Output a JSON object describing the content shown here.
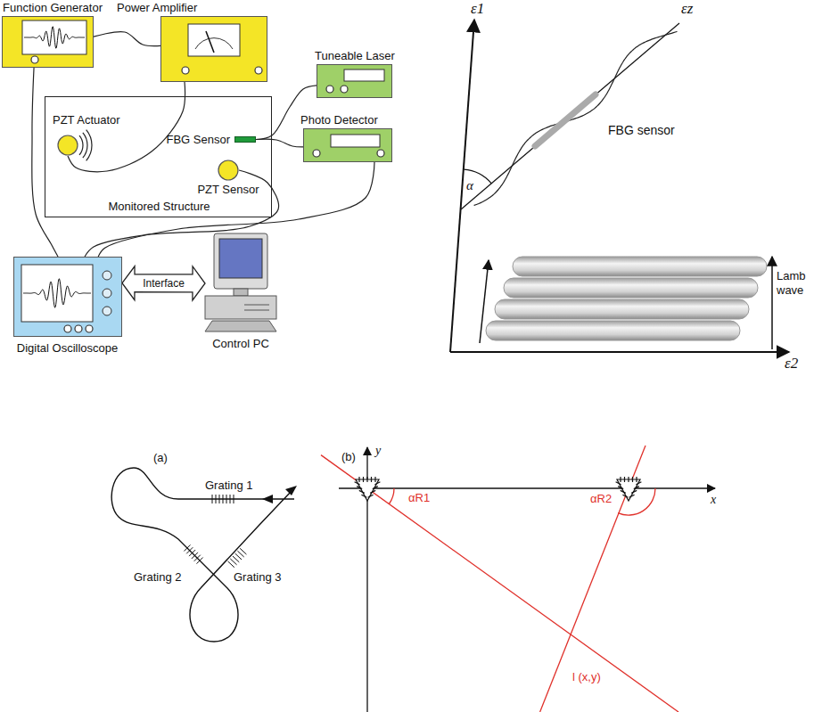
{
  "diagram": {
    "nodes": [
      {
        "text": [
          "Function Generator"
        ]
      },
      {
        "text": [
          "Power Amplifier"
        ]
      },
      {
        "text": [
          "Tuneable Laser"
        ]
      },
      {
        "text": [
          "Photo Detector"
        ]
      },
      {
        "text": [
          "Monitored Structure"
        ]
      },
      {
        "text": [
          "PZT Actuator"
        ],
        "in": 4
      },
      {
        "text": [
          "FBG Sensor"
        ],
        "in": 4
      },
      {
        "text": [
          "PZT Sensor"
        ],
        "in": 4
      },
      {
        "text": [
          "Digital Oscilloscope"
        ]
      },
      {
        "text": [
          "Control PC"
        ]
      }
    ],
    "edges": [
      {
        "from": 0,
        "to": 1,
        "arrow": "none"
      },
      {
        "from": 1,
        "to": 5,
        "arrow": "none"
      },
      {
        "from": 0,
        "to": 8,
        "arrow": "none"
      },
      {
        "from": 6,
        "to": 2,
        "arrow": "none"
      },
      {
        "from": 6,
        "to": 3,
        "arrow": "none"
      },
      {
        "from": 7,
        "to": 8,
        "arrow": "none"
      },
      {
        "from": 3,
        "to": 8,
        "arrow": "none"
      },
      {
        "from": 8,
        "to": 9,
        "label": "Interface",
        "arrow": "both"
      }
    ],
    "labels": [
      "ε1",
      "εz",
      "FBG sensor",
      "α",
      "Lamb wave",
      "ε2",
      "(a)",
      "Grating 1",
      "Grating 2",
      "Grating 3",
      "(b)",
      "y",
      "x",
      "αR1",
      "αR2",
      "l (x,y)"
    ]
  }
}
